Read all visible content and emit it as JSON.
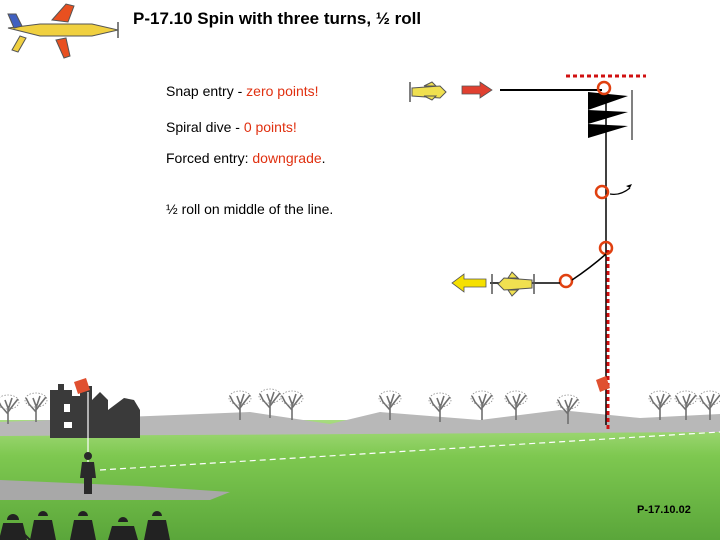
{
  "title": "P-17.10 Spin with three turns, ½ roll",
  "notes": [
    {
      "prefix": "Snap entry - ",
      "highlight": "zero points!",
      "suffix": ""
    },
    {
      "prefix": "Spiral dive - ",
      "highlight": "0 points!",
      "suffix": ""
    },
    {
      "prefix": "Forced entry: ",
      "highlight": "downgrade",
      "suffix": "."
    },
    {
      "prefix": "½ roll on middle of the line.",
      "highlight": "",
      "suffix": ""
    }
  ],
  "slide_id": "P-17.10.02",
  "colors": {
    "sky": "#ffffff",
    "grass": "#7ec850",
    "grass_dark": "#5aa63a",
    "runway": "#a8a8a8",
    "trees": "#808080",
    "highlight": "#e03010",
    "figure_line": "#000000",
    "dotted_line": "#d01010",
    "marker": "#e04010",
    "entry_arrow": "#e04030",
    "exit_arrow": "#f5e000"
  },
  "icons": [
    "airplane-logo-icon",
    "airplane-icon",
    "red-arrow-icon",
    "yellow-arrow-icon",
    "spin-triangle-icon",
    "circle-marker-icon",
    "flag-icon",
    "tree-icon",
    "castle-icon",
    "pilot-icon",
    "judge-icon"
  ]
}
